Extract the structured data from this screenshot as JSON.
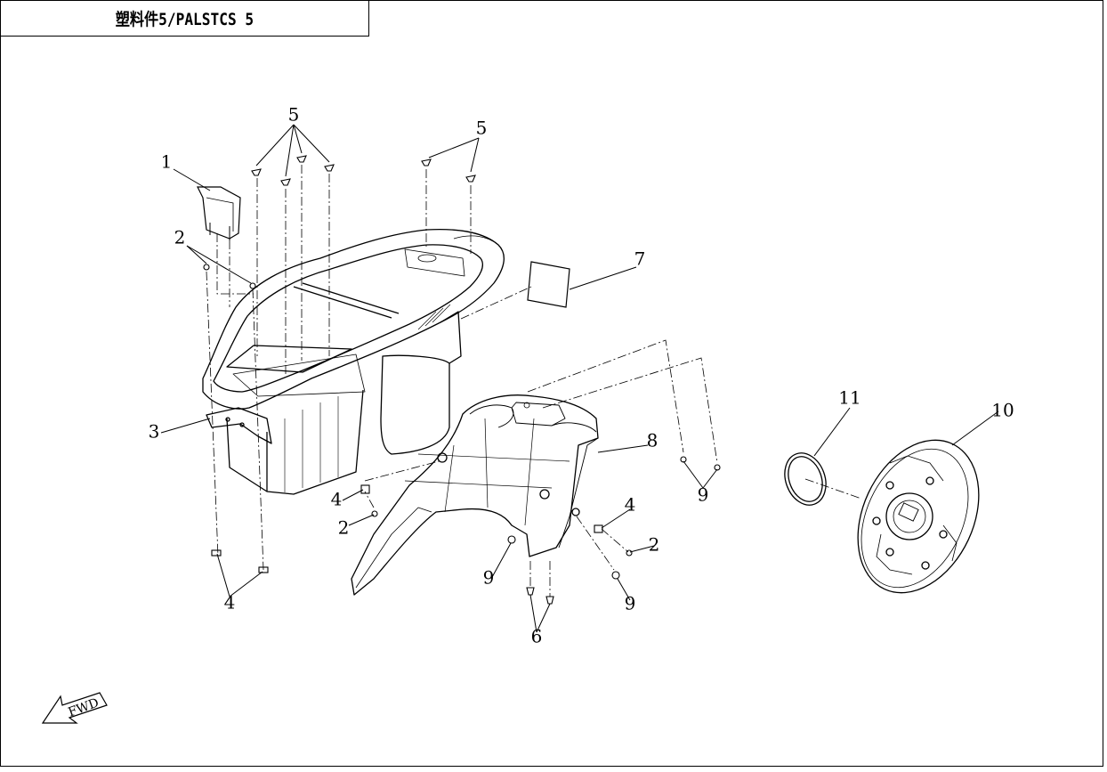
{
  "title": "塑料件5/PALSTCS 5",
  "fwd_label": "FWD",
  "callouts": [
    {
      "id": "c1",
      "label": "1"
    },
    {
      "id": "c2a",
      "label": "2"
    },
    {
      "id": "c3",
      "label": "3"
    },
    {
      "id": "c4a",
      "label": "4"
    },
    {
      "id": "c5a",
      "label": "5"
    },
    {
      "id": "c5b",
      "label": "5"
    },
    {
      "id": "c7",
      "label": "7"
    },
    {
      "id": "c4b",
      "label": "4"
    },
    {
      "id": "c2b",
      "label": "2"
    },
    {
      "id": "c8",
      "label": "8"
    },
    {
      "id": "c9a",
      "label": "9"
    },
    {
      "id": "c4c",
      "label": "4"
    },
    {
      "id": "c2c",
      "label": "2"
    },
    {
      "id": "c9b",
      "label": "9"
    },
    {
      "id": "c9c",
      "label": "9"
    },
    {
      "id": "c6",
      "label": "6"
    },
    {
      "id": "c11",
      "label": "11"
    },
    {
      "id": "c10",
      "label": "10"
    }
  ]
}
